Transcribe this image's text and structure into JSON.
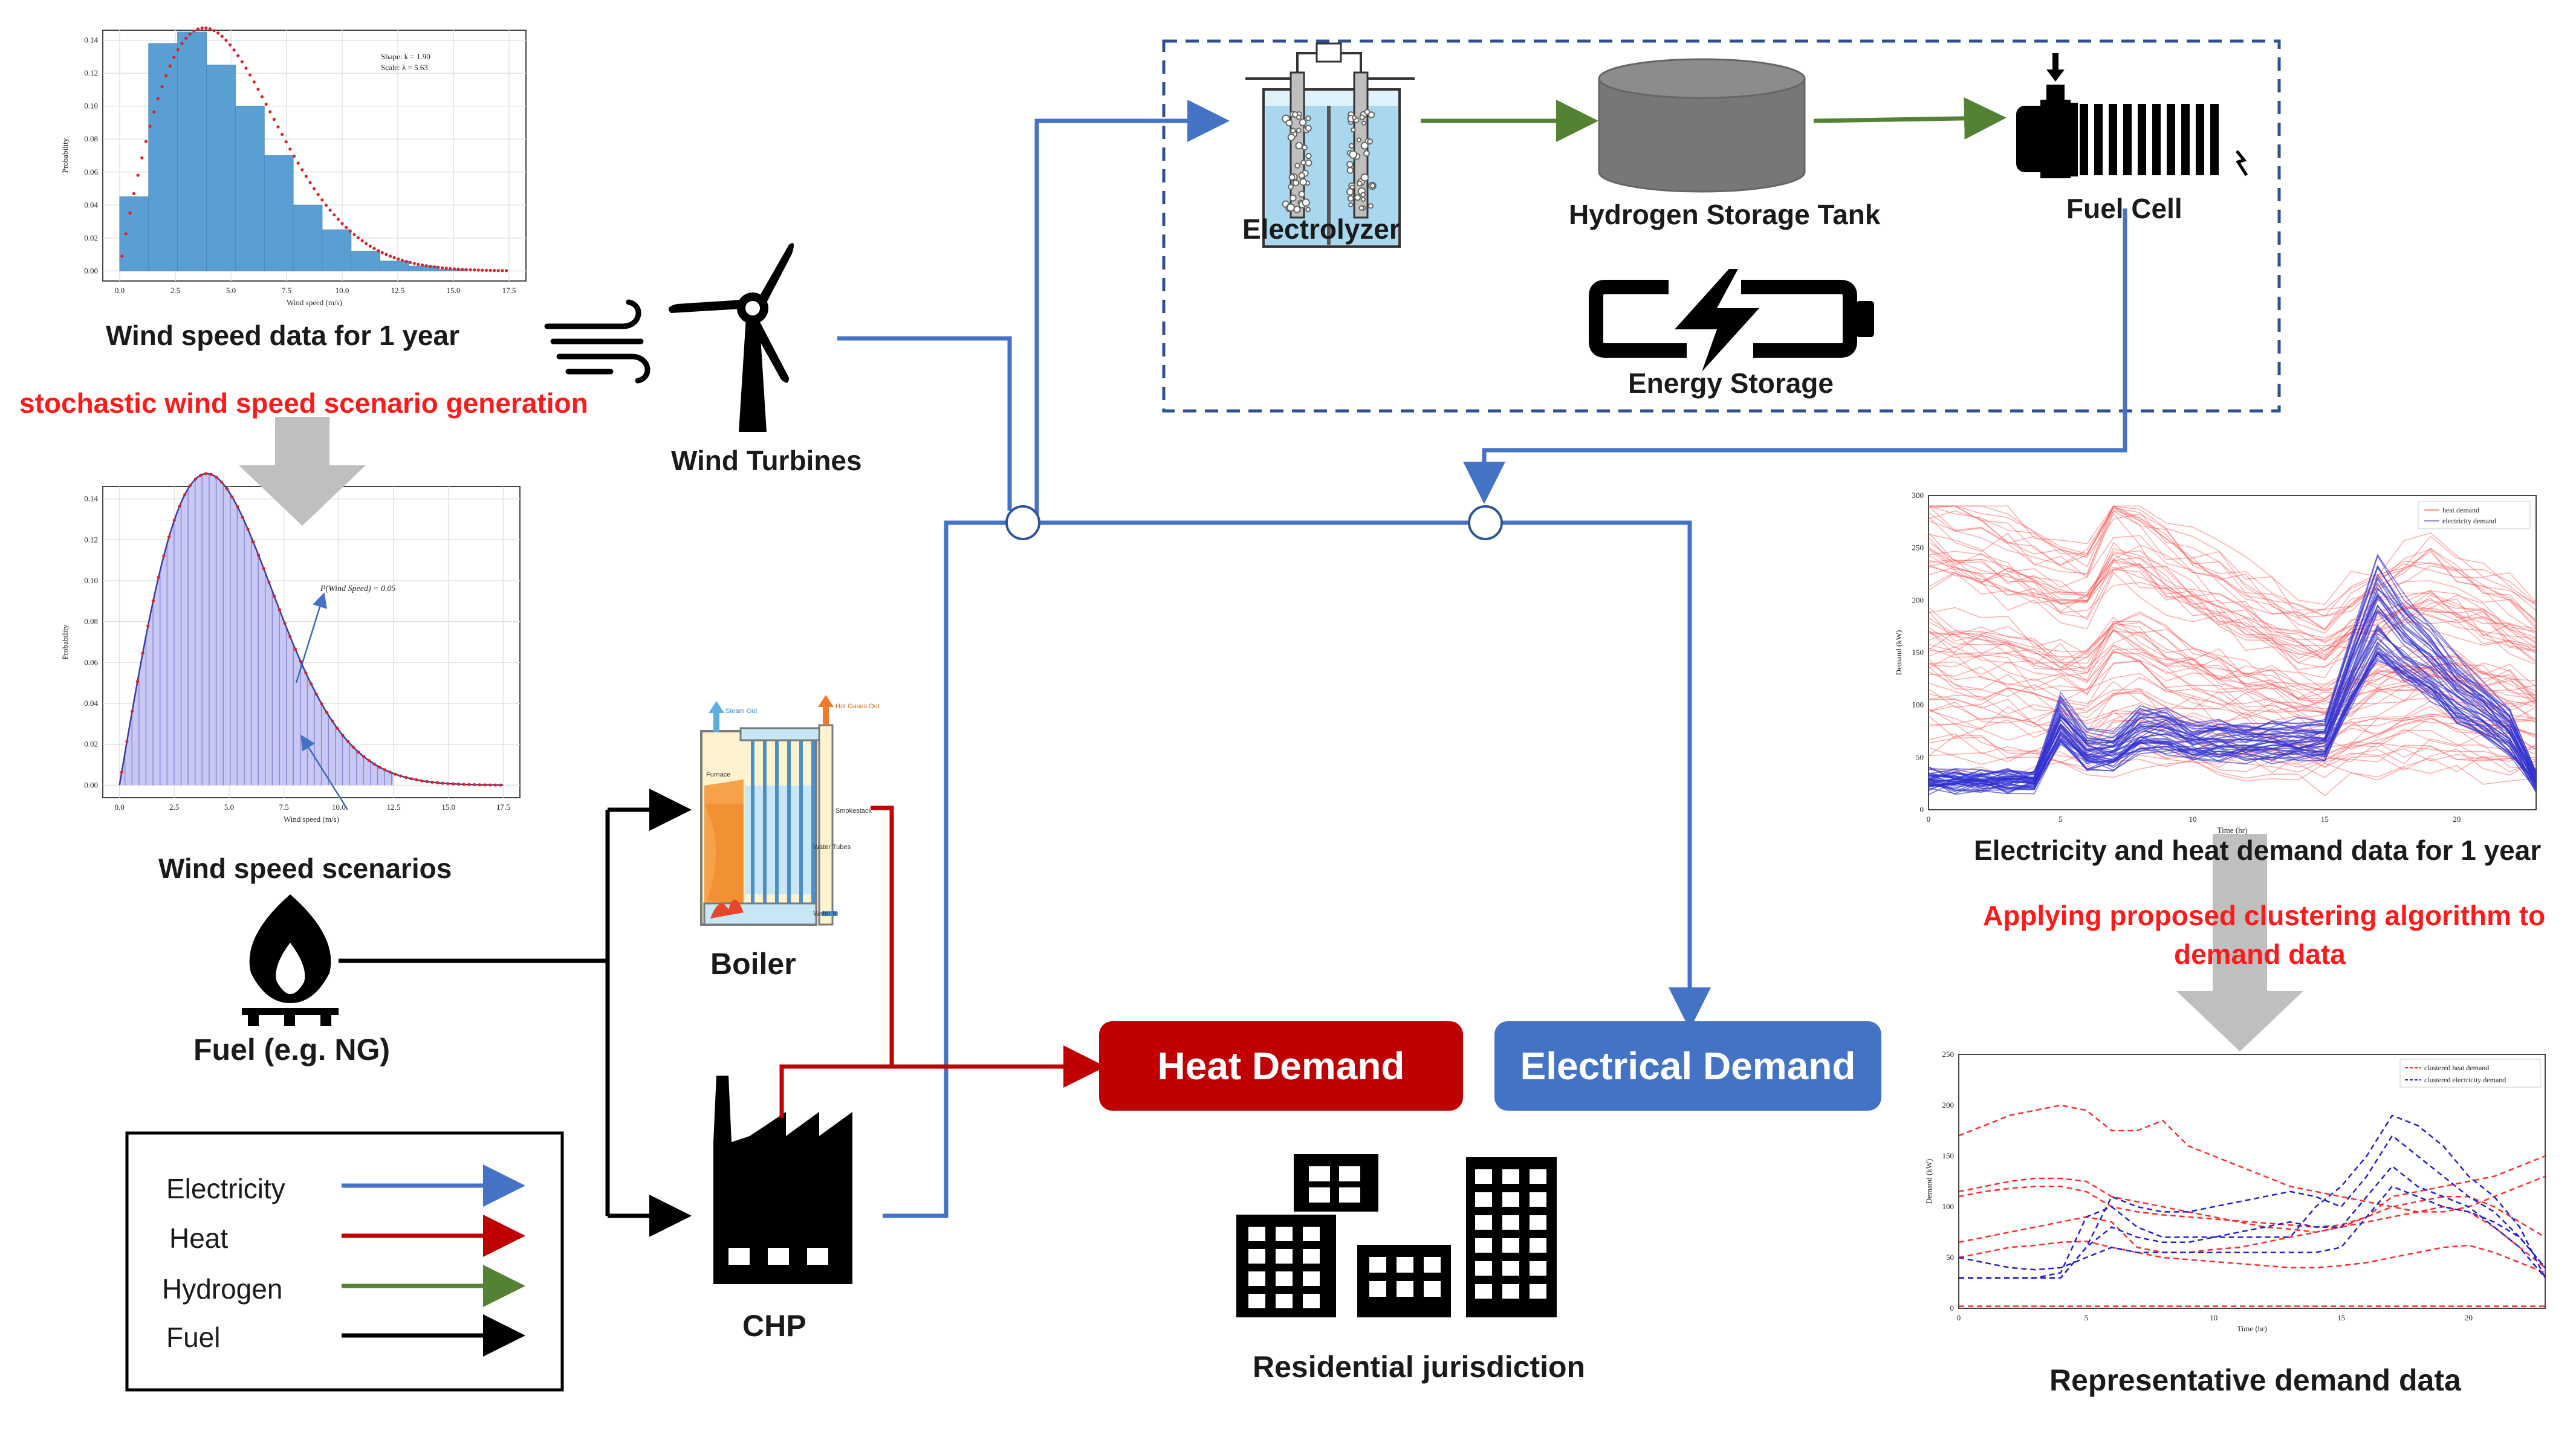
{
  "labels": {
    "wind_data": "Wind speed data for 1 year",
    "stochastic": "stochastic wind speed scenario generation",
    "wind_scenarios": "Wind speed scenarios",
    "fuel": "Fuel (e.g. NG)",
    "wind_turbines": "Wind Turbines",
    "electrolyzer": "Electrolyzer",
    "h2_tank": "Hydrogen Storage Tank",
    "fuel_cell": "Fuel Cell",
    "energy_storage": "Energy Storage",
    "boiler": "Boiler",
    "chp": "CHP",
    "heat_demand": "Heat Demand",
    "electrical_demand": "Electrical Demand",
    "residential": "Residential jurisdiction",
    "demand_data": "Electricity and heat demand data for 1 year",
    "clustering_1": "Applying proposed clustering algorithm to",
    "clustering_2": "demand data",
    "representative": "Representative demand data"
  },
  "legend": {
    "items": [
      {
        "label": "Electricity",
        "color": "#4472c4"
      },
      {
        "label": "Heat",
        "color": "#c00000"
      },
      {
        "label": "Hydrogen",
        "color": "#548235"
      },
      {
        "label": "Fuel",
        "color": "#000000"
      }
    ]
  },
  "colors": {
    "electricity": "#4472c4",
    "heat": "#c00000",
    "hydrogen": "#548235",
    "fuel": "#000000",
    "heat_box": "#c00000",
    "elec_box": "#4472c4"
  },
  "boiler_labels": {
    "steam_out": "Steam Out",
    "hot_gases_out": "Hot Gases Out",
    "furnace": "Furnace",
    "smokestack": "Smokestack",
    "water_tubes": "Water Tubes",
    "water_in": "Water In"
  },
  "wind_hist": {
    "annotation_1": "Shape: k = 1.90",
    "annotation_2": "Scale: λ = 5.63",
    "xlabel": "Wind speed (m/s)",
    "ylabel": "Probability",
    "xticks": [
      "0.0",
      "2.5",
      "5.0",
      "7.5",
      "10.0",
      "12.5",
      "15.0",
      "17.5"
    ],
    "yticks": [
      "0.00",
      "0.02",
      "0.04",
      "0.06",
      "0.08",
      "0.10",
      "0.12",
      "0.14"
    ],
    "bins": [
      0.045,
      0.138,
      0.145,
      0.125,
      0.1,
      0.07,
      0.04,
      0.025,
      0.012,
      0.006,
      0.003,
      0.001
    ],
    "bin_width": 1.3
  },
  "wind_scen": {
    "annotation": "P(Wind Speed) = 0.05",
    "xlabel": "Wind speed (m/s)",
    "ylabel": "Probability",
    "xticks": [
      "0.0",
      "2.5",
      "5.0",
      "7.5",
      "10.0",
      "12.5",
      "15.0",
      "17.5"
    ],
    "yticks": [
      "0.00",
      "0.02",
      "0.04",
      "0.06",
      "0.08",
      "0.10",
      "0.12",
      "0.14"
    ]
  },
  "demand_chart": {
    "legend": [
      "heat demand",
      "electricity demand"
    ],
    "xlabel": "Time (hr)",
    "ylabel": "Demand (kW)",
    "xticks": [
      "0",
      "5",
      "10",
      "15",
      "20"
    ],
    "yticks": [
      "0",
      "50",
      "100",
      "150",
      "200",
      "250",
      "300"
    ]
  },
  "rep_chart": {
    "legend": [
      "clustered heat demand",
      "clustered electricity demand"
    ],
    "xlabel": "Time (hr)",
    "ylabel": "Demand (kW)",
    "xticks": [
      "0",
      "5",
      "10",
      "15",
      "20"
    ],
    "yticks": [
      "0",
      "50",
      "100",
      "150",
      "200",
      "250"
    ]
  }
}
